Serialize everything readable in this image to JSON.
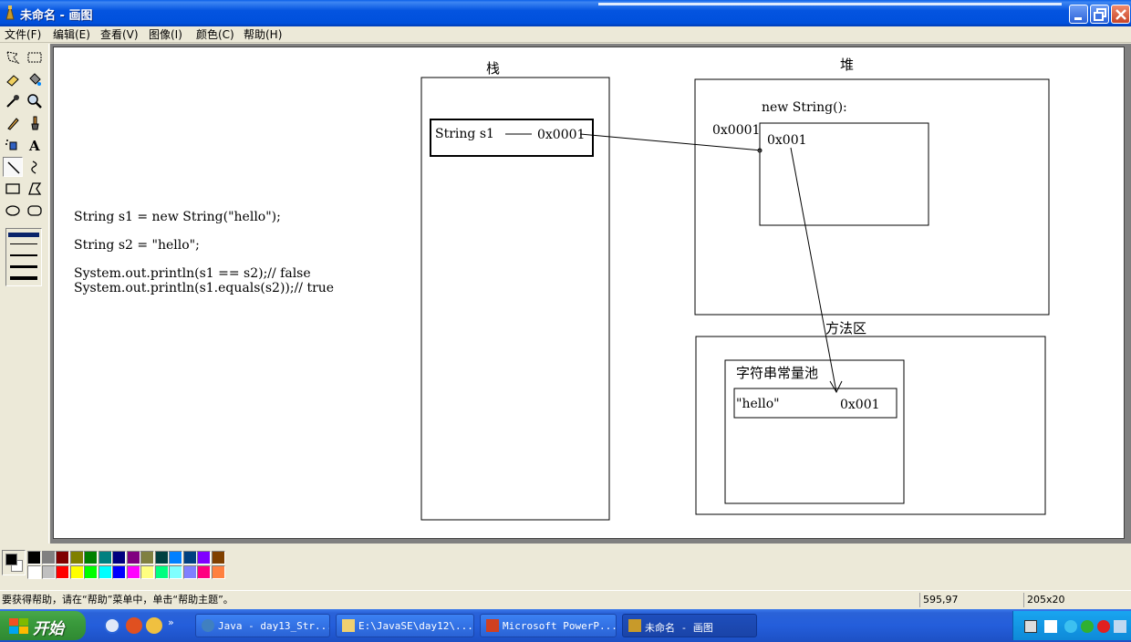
{
  "window": {
    "title": "未命名 - 画图"
  },
  "menu": [
    "文件(F)",
    "编辑(E)",
    "查看(V)",
    "图像(I)",
    "颜色(C)",
    "帮助(H)"
  ],
  "canvas": {
    "code_lines": [
      "String s1 = new String(\"hello\");",
      "String s2 = \"hello\";",
      "System.out.println(s1 == s2);// false",
      "System.out.println(s1.equals(s2));// true"
    ],
    "stack_label": "栈",
    "heap_label": "堆",
    "method_area_label": "方法区",
    "stack_var_name": "String s1",
    "stack_var_value": "0x0001",
    "heap_new_label": "new String():",
    "heap_obj_addr_outer": "0x0001",
    "heap_obj_addr_inner": "0x001",
    "pool_label": "字符串常量池",
    "pool_literal": "\"hello\"",
    "pool_addr": "0x001"
  },
  "palette": {
    "row1": [
      "#000000",
      "#808080",
      "#800000",
      "#808000",
      "#008000",
      "#008080",
      "#000080",
      "#800080",
      "#808040",
      "#004040",
      "#0080ff",
      "#004080",
      "#8000ff",
      "#804000"
    ],
    "row2": [
      "#ffffff",
      "#c0c0c0",
      "#ff0000",
      "#ffff00",
      "#00ff00",
      "#00ffff",
      "#0000ff",
      "#ff00ff",
      "#ffff80",
      "#00ff80",
      "#80ffff",
      "#8080ff",
      "#ff0080",
      "#ff8040"
    ]
  },
  "status": {
    "help": "要获得帮助，请在“帮助”菜单中，单击“帮助主题”。",
    "coords": "595,97",
    "size": "205x20"
  },
  "taskbar": {
    "start_label": "开始",
    "tasks": [
      "Java - day13_Str...",
      "E:\\JavaSE\\day12\\...",
      "Microsoft PowerP...",
      "未命名 - 画图"
    ]
  },
  "colors": {
    "titlebar": "#0054e3",
    "taskbar": "#245edb",
    "start": "#3a9a3c",
    "tray": "#0e8ad8"
  }
}
